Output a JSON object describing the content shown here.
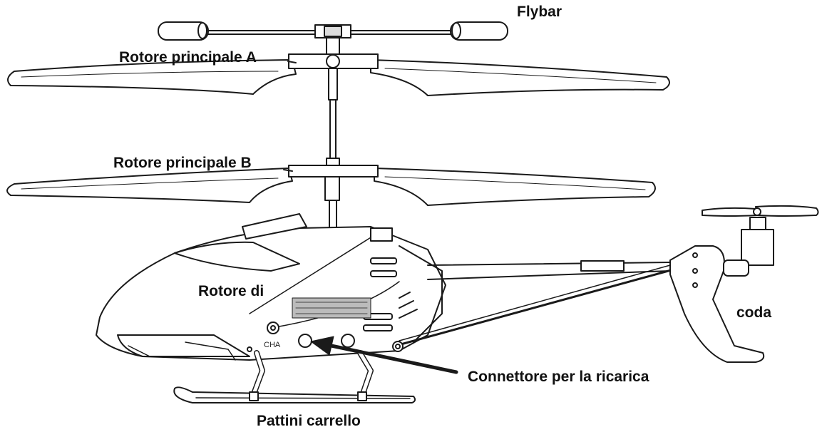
{
  "labels": {
    "flybar": "Flybar",
    "rotor_a": "Rotore principale A",
    "rotor_b": "Rotore principale B",
    "tail_rotor_part1": "Rotore di",
    "tail_rotor_part2": "coda",
    "charging_connector": "Connettore per la ricarica",
    "landing_skids": "Pattini carrello",
    "channel_mark": "CHA"
  },
  "colors": {
    "line": "#1a1a1a",
    "background": "#ffffff"
  }
}
